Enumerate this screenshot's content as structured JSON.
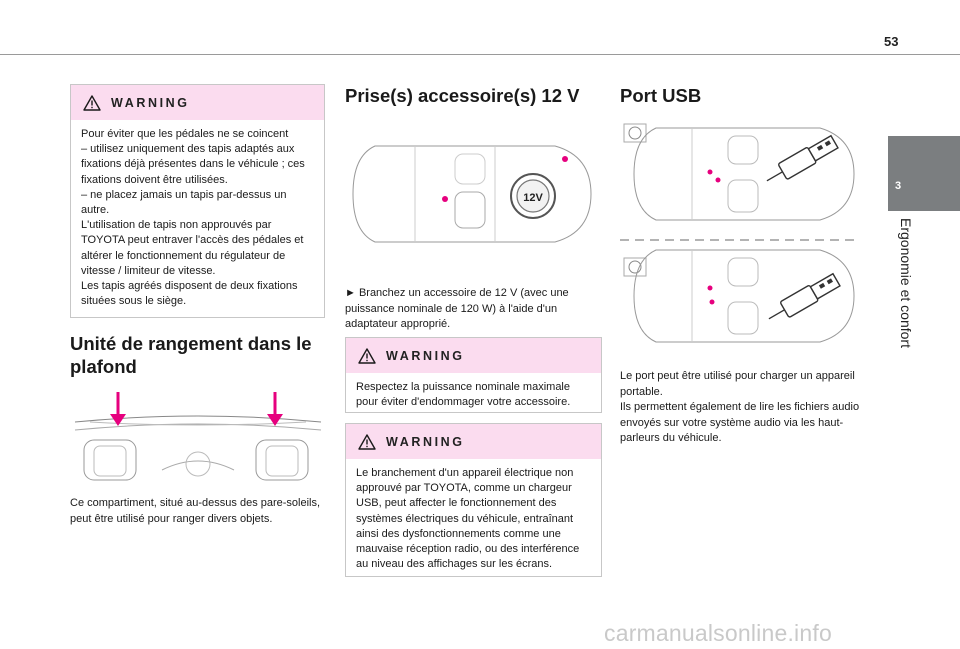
{
  "page": {
    "number": "53"
  },
  "side_tab": {
    "chapter_number": "3",
    "chapter_title": "Ergonomie et confort"
  },
  "warnings": [
    {
      "title": "WARNING",
      "lines": [
        "Pour éviter que les pédales ne se coincent",
        "– utilisez uniquement des tapis adaptés aux fixations déjà présentes dans le véhicule ; ces fixations doivent être utilisées.",
        "– ne placez jamais un tapis par-dessus un autre.",
        "L'utilisation de tapis non approuvés par TOYOTA peut entraver l'accès des pédales et altérer le fonctionnement du régulateur de vitesse / limiteur de vitesse.",
        "Les tapis agréés disposent de deux fixations situées sous le siège."
      ]
    },
    {
      "title": "WARNING",
      "lines": [
        "Respectez la puissance nominale maximale pour éviter d'endommager votre accessoire."
      ]
    },
    {
      "title": "WARNING",
      "lines": [
        "Le branchement d'un appareil électrique non approuvé par TOYOTA, comme un chargeur USB, peut affecter le fonctionnement des systèmes électriques du véhicule, entraînant ainsi des dysfonctionnements comme une mauvaise réception radio, ou des interférence au niveau des affichages sur les écrans."
      ]
    }
  ],
  "storage": {
    "heading": "Unité de rangement dans le plafond",
    "text": "Ce compartiment, situé au-dessus des pare-soleils, peut être utilisé pour ranger divers objets."
  },
  "accessory": {
    "heading": "Prise(s) accessoire(s) 12 V",
    "socket_label": "12V",
    "instruction": "►  Branchez un accessoire de 12 V (avec une puissance nominale de 120 W) à l'aide d'un adaptateur approprié."
  },
  "usb": {
    "heading": "Port USB",
    "lines": [
      "Le port peut être utilisé pour charger un appareil portable.",
      "Ils permettent également de lire les fichiers audio envoyés sur votre système audio via les haut-parleurs du véhicule."
    ]
  },
  "watermark": "carmanualsonline.info",
  "colors": {
    "accent_pink": "#e6007e",
    "warning_header_bg": "#fbdcef",
    "tab_gray": "#7b7e80"
  }
}
